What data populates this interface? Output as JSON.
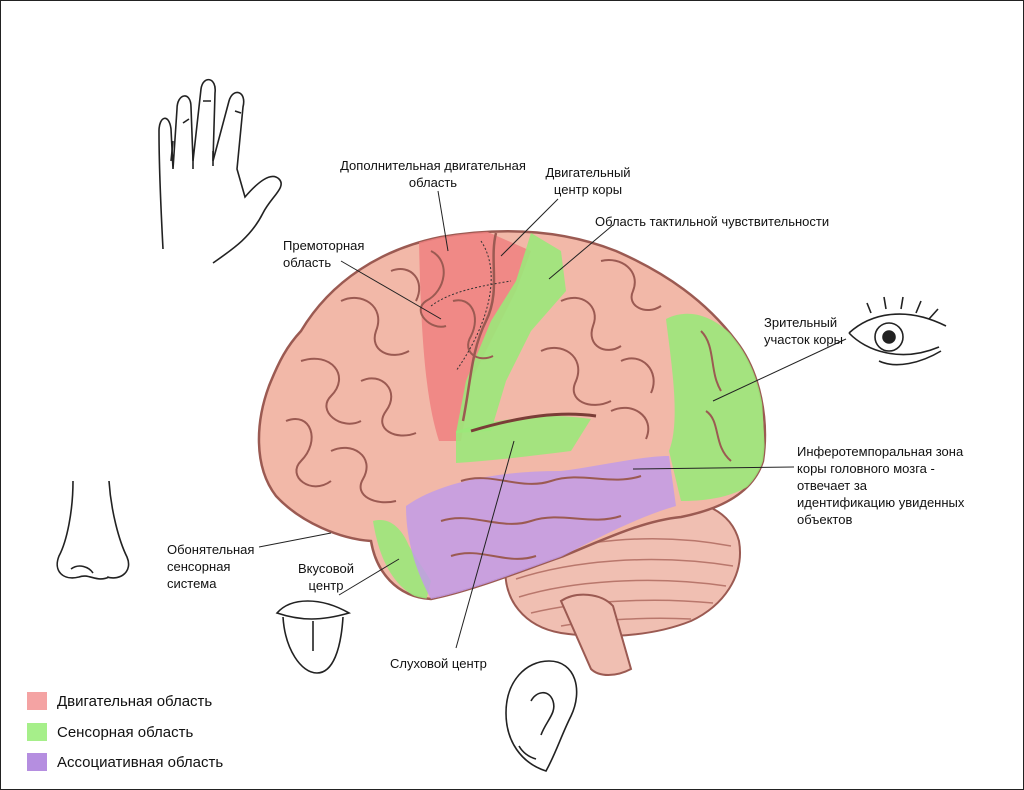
{
  "labels": {
    "supplementary_motor": "Дополнительная двигательная\nобласть",
    "motor_center": "Двигательный\nцентр коры",
    "tactile": "Область тактильной чувствительности",
    "premotor": "Премоторная\nобласть",
    "visual": "Зрительный\nучасток коры",
    "inferotemporal": "Инферотемпоральная зона\nкоры головного мозга -\nотвечает за\nидентификацию увиденных\nобъектов",
    "olfactory": "Обонятельная\nсенсорная\nсистема",
    "taste": "Вкусовой\nцентр",
    "auditory": "Слуховой центр"
  },
  "legend": [
    {
      "label": "Двигательная область",
      "color": "#f4a3a3"
    },
    {
      "label": "Сенсорная область",
      "color": "#a6ef8a"
    },
    {
      "label": "Ассоциативная область",
      "color": "#b58ee0"
    }
  ],
  "colors": {
    "cortex": "#f2b8a8",
    "cortex_stroke": "#9b5a52",
    "motor": "#f08080",
    "sensory": "#9be87a",
    "association": "#c29be8",
    "cerebellum": "#f0bfb2"
  },
  "icons": [
    "hand-icon",
    "eye-icon",
    "nose-icon",
    "mouth-icon",
    "ear-icon"
  ]
}
